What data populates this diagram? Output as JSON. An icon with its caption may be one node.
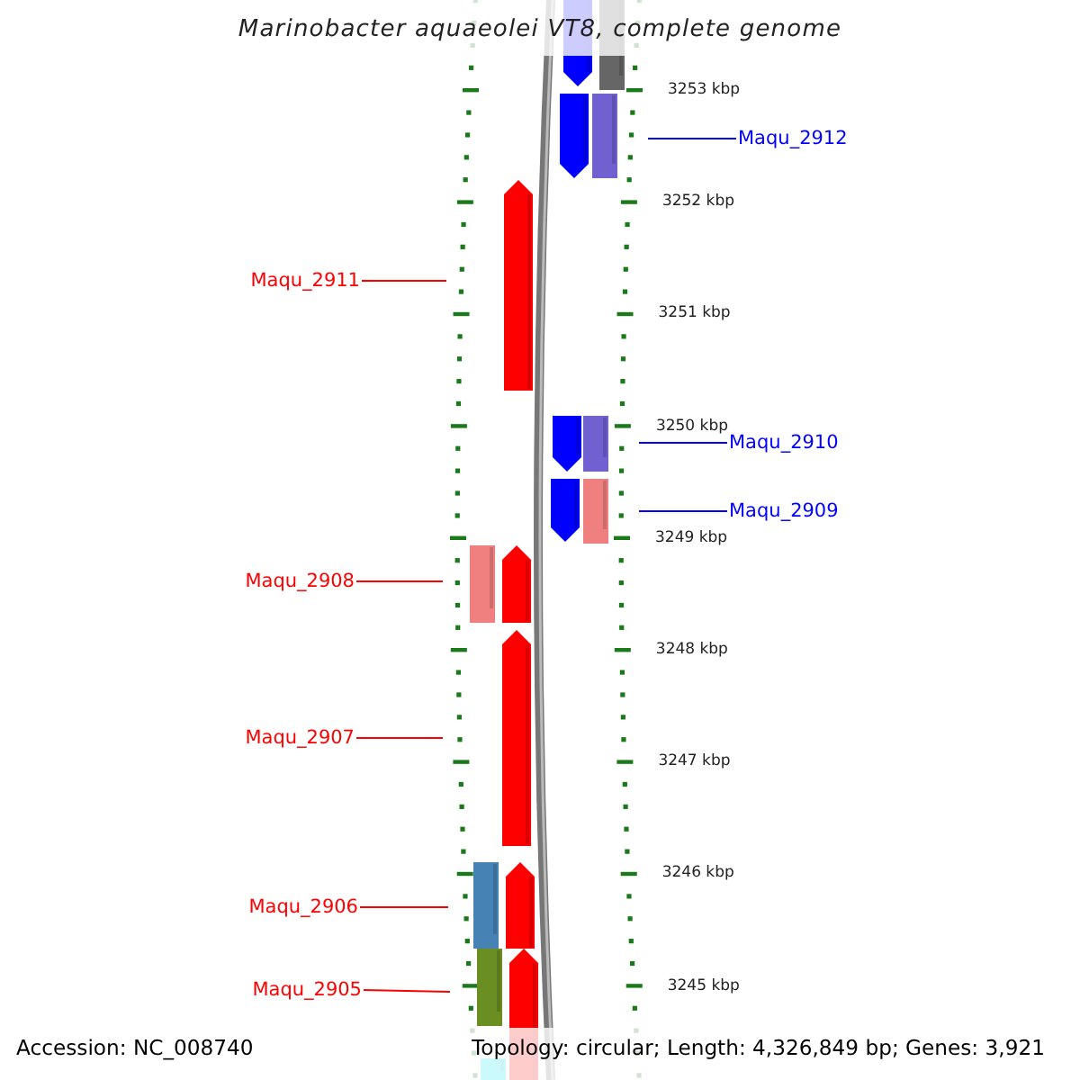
{
  "diagram": {
    "title": "Marinobacter aquaeolei VT8, complete genome",
    "nodes": [
      {
        "text": [
          "Maqu_2912"
        ]
      },
      {
        "text": [
          "Maqu_2911"
        ]
      },
      {
        "text": [
          "Maqu_2910"
        ]
      },
      {
        "text": [
          "Maqu_2909"
        ]
      },
      {
        "text": [
          "Maqu_2908"
        ]
      },
      {
        "text": [
          "Maqu_2907"
        ]
      },
      {
        "text": [
          "Maqu_2906"
        ]
      },
      {
        "text": [
          "Maqu_2905"
        ]
      }
    ],
    "edges": [
      {
        "from": 0,
        "to": null,
        "arrow": "none",
        "color": "#0000ff"
      },
      {
        "from": 1,
        "to": null,
        "arrow": "none"
      },
      {
        "from": 2,
        "to": null,
        "arrow": "none",
        "color": "#0000ff"
      },
      {
        "from": 3,
        "to": null,
        "arrow": "none",
        "color": "#0000ff"
      },
      {
        "from": 4,
        "to": null,
        "arrow": "none"
      },
      {
        "from": 5,
        "to": null,
        "arrow": "none"
      },
      {
        "from": 6,
        "to": null,
        "arrow": "none"
      },
      {
        "from": 7,
        "to": null,
        "arrow": "none"
      }
    ],
    "labels": [
      "3253 kbp",
      "3252 kbp",
      "3251 kbp",
      "3250 kbp",
      "3249 kbp",
      "3248 kbp",
      "3247 kbp",
      "3246 kbp",
      "3245 kbp",
      "Accession: NC_008740",
      "Topology: circular; Length: 4,326,849 bp; Genes: 3,921"
    ]
  }
}
